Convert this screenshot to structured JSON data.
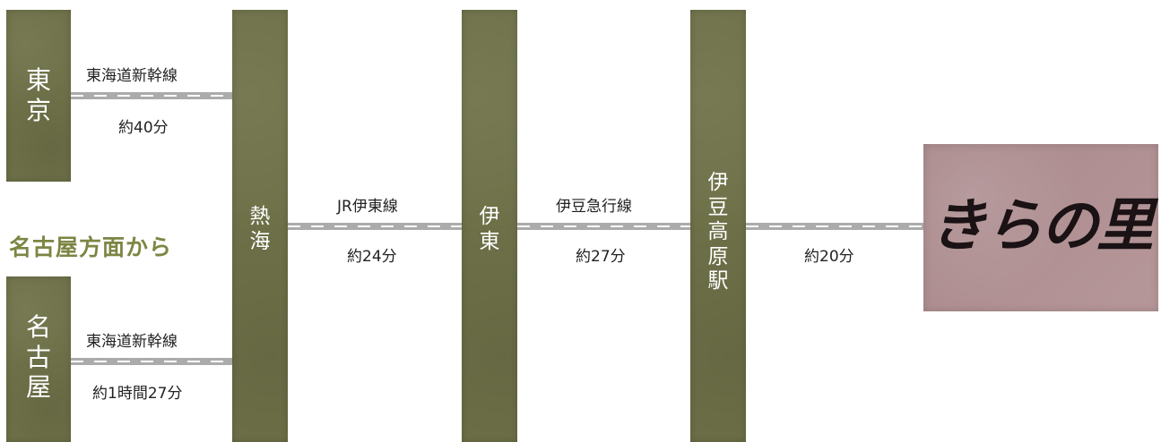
{
  "heading": "名古屋方面から",
  "stations": {
    "tokyo": "東京",
    "nagoya": "名古屋",
    "atami": "熱海",
    "ito": "伊東",
    "izukogen": "伊豆高原駅"
  },
  "segments": {
    "tokyo_atami": {
      "line": "東海道新幹線",
      "time": "約40分"
    },
    "nagoya_atami": {
      "line": "東海道新幹線",
      "time": "約1時間27分"
    },
    "atami_ito": {
      "line": "JR伊東線",
      "time": "約24分"
    },
    "ito_izukogen": {
      "line": "伊豆急行線",
      "time": "約27分"
    },
    "izukogen_dest": {
      "time": "約20分"
    }
  },
  "destination": "きらの里",
  "colors": {
    "station_bar": "#6e7148",
    "destination": "#b08e91",
    "heading": "#7d8544",
    "track": "#ababab"
  }
}
